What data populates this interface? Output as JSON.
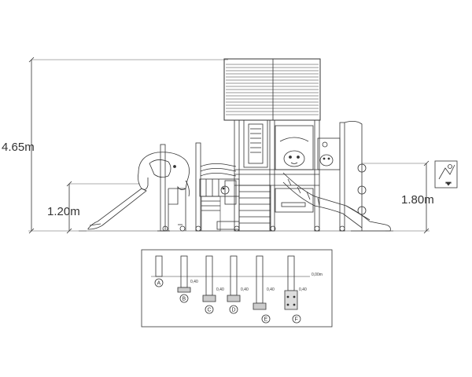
{
  "dimensions": {
    "total_height": "4.65m",
    "slide_height": "1.20m",
    "deck_height": "1.80m"
  },
  "footing_detail": {
    "labels": [
      "A",
      "B",
      "C",
      "D",
      "E",
      "F"
    ],
    "depths": [
      "0,40",
      "0,40",
      "0,40",
      "0,40",
      "0,40"
    ],
    "ground_ref": "0,00m"
  },
  "colors": {
    "line": "#333333",
    "light": "#888888"
  },
  "icons": [
    "elephant-slide-icon",
    "safety-zone-icon"
  ]
}
